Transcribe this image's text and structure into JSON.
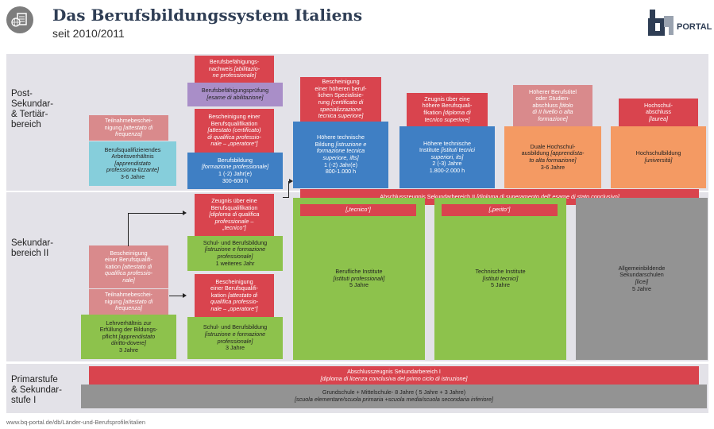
{
  "header": {
    "title": "Das Berufsbildungssystem Italiens",
    "subtitle": "seit 2010/2011",
    "logo_text": "PORTAL",
    "logo_mark": "bq"
  },
  "colors": {
    "band": "#e3e2e8",
    "red": "#d9444e",
    "pink": "#d98a8c",
    "purple": "#a98ec8",
    "blue": "#3f7fc4",
    "cyan": "#86cedb",
    "green": "#8dc24c",
    "orange": "#f49a63",
    "gray": "#939393"
  },
  "bands": {
    "post": "Post-\nSekundar-\n& Tertiär-\nbereich",
    "sek2": "Sekundar-\nbereich II",
    "prim": "Primarstufe\n& Sekundar-\nstufe I"
  },
  "boxes": {
    "befaehigungsnachweis": {
      "t": "Berufsbefähigungs-\nnachweis ",
      "i": "[abilitazio-\nne professionale]",
      "t2": ""
    },
    "befaehigungspruefung": {
      "t": "Berufsbefähigungsprüfung\n",
      "i": "[esame di abilitazione]",
      "t2": ""
    },
    "teilnahme_post": {
      "t": "Teilnahmebeschei-\nnigung ",
      "i": "[attestato di\nfrequenza]",
      "t2": ""
    },
    "bq_post": {
      "t": "Bescheinigung einer\nBerufsqualifikation\n",
      "i": "[attestato (certificato)\ndi qualifica professio-\nnale – „operatore“]",
      "t2": ""
    },
    "arbeitsverhaeltnis": {
      "t": "Berufsqualifizierendes\nArbeitsverhältnis\n",
      "i": "[apprendistato\nprofessiona-lizzante]",
      "t2": "\n3-6 Jahre"
    },
    "berufsbildung": {
      "t": "Berufsbildung\n",
      "i": "[formazione professionale]",
      "t2": "\n1 (-2) Jahr(e)\n300-600 h"
    },
    "spezialisierung_cert": {
      "t": "Bescheinigung\neiner höheren beruf-\nlichen Spezialisie-\nrung ",
      "i": "[certificato di\nspecializzazione\ntecnica superiore]",
      "t2": ""
    },
    "hoehere_tech_bildung": {
      "t": "Höhere technische\nBildung ",
      "i": "[istruzione e\nformazione tecnica\nsuperiore, ifts]",
      "t2": "\n1 (-2) Jahr(e)\n800-1.000 h"
    },
    "zeugnis_hoehere": {
      "t": "Zeugnis über eine\nhöhere Berufsquali-\nfikation ",
      "i": "[diploma di\ntecnico superiore]",
      "t2": ""
    },
    "hoehere_institute": {
      "t": "Höhere technische\nInstitute ",
      "i": "[istituti tecnici\nsuperiori, its]",
      "t2": "\n2 (-3) Jahre\n1.800-2.000 h"
    },
    "hoeherer_berufstitel": {
      "t": "Höherer Berufstitel\noder Studien-\nabschluss ",
      "i": "[titolo\ndi II livello o alta\nformazione]",
      "t2": ""
    },
    "duale_hochschul": {
      "t": "Duale Hochschul-\nausbildung ",
      "i": "[apprendista-\nto alta formazione]",
      "t2": "\n3-6 Jahre"
    },
    "hochschulabschluss": {
      "t": "Hochschul-\nabschluss\n",
      "i": "[laurea]",
      "t2": ""
    },
    "hochschulbildung": {
      "t": "Hochschulbildung\n",
      "i": "[università]",
      "t2": ""
    },
    "abschluss_sek2": {
      "t": "Abschlusszeugnis Sekundarbereich II ",
      "i": "[diploma di superamento dell' esame di stato conclusivo]",
      "t2": ""
    },
    "zeugnis_bq_tecnico": {
      "t": "Zeugnis über eine\nBerufsqualifikation\n",
      "i": "[diploma di qualifica\nprofessionale –\n„tecnico“]",
      "t2": ""
    },
    "tecnico": {
      "t": "",
      "i": "[„tecnico“]",
      "t2": ""
    },
    "perito": {
      "t": "",
      "i": "[„perito“]",
      "t2": ""
    },
    "schul_beruf_1": {
      "t": "Schul- und Berufsbildung\n",
      "i": "[istruzione e formazione\nprofessionale]",
      "t2": "\n1 weiteres Jahr"
    },
    "bq_sek2_left": {
      "t": "Bescheinigung\neiner Berufsqualifi-\nkation ",
      "i": "[attestato di\nqualifica professio-\nnale]",
      "t2": ""
    },
    "teilnahme_sek2": {
      "t": "Teilnahmebeschei-\nnigung ",
      "i": "[attestato di\nfrequenza]",
      "t2": ""
    },
    "bq_operatore": {
      "t": "Bescheinigung\neiner Berufsqualifi-\nkation ",
      "i": "[attestato di\nqualifica professio-\nnale – „operatore“]",
      "t2": ""
    },
    "berufliche_institute": {
      "t": "Berufliche Institute\n",
      "i": "[istituti professionali]",
      "t2": "\n5 Jahre"
    },
    "technische_institute": {
      "t": "Technische Institute\n",
      "i": "[istituti tecnici]",
      "t2": "\n5 Jahre"
    },
    "allgemeinbildende": {
      "t": "Allgemeinbildende\nSekundarschulen\n",
      "i": "[licei]",
      "t2": "\n5 Jahre"
    },
    "lehrverhaeltnis": {
      "t": "Lehrverhältnis zur\nErfüllung der Bildungs-\npflicht ",
      "i": "[apprendistato\ndiritto-dovere]",
      "t2": "\n3 Jahre"
    },
    "schul_beruf_3": {
      "t": "Schul- und Berufsbildung\n",
      "i": "[istruzione e formazione\nprofessionale]",
      "t2": "\n3 Jahre"
    },
    "abschluss_sek1": {
      "t": "Abschlusszeugnis Sekundarbereich I\n",
      "i": "[diploma di licenza conclusiva del primo ciclo di istruzione]",
      "t2": ""
    },
    "grundschule": {
      "t": "Grundschule + Mittelschule- 8 Jahre ( 5 Jahre + 3 Jahre)\n",
      "i": "[scuola elementare/scuola primaria +scuola media/scuola secondaria inferiore]",
      "t2": ""
    }
  },
  "footer": {
    "source": "www.bq-portal.de/db/Länder-und-Berufsprofile/italien"
  },
  "icons": {
    "header": "globe-document-icon",
    "logo": "bq-portal-logo"
  }
}
